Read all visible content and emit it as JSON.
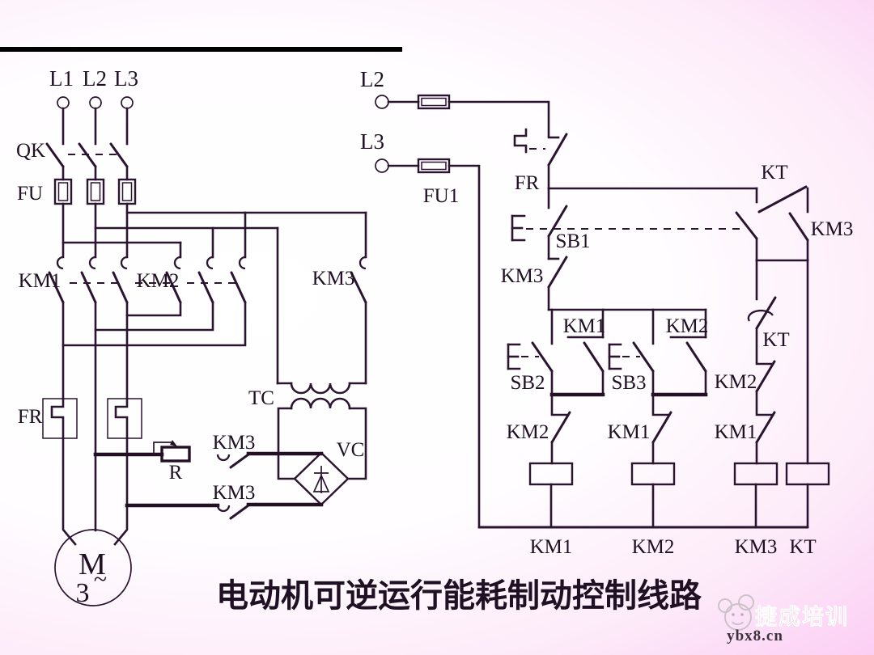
{
  "title": "电动机可逆运行能耗制动控制线路",
  "colors": {
    "background_pink": "#f99af3",
    "paper_white": "#ffffff",
    "line": "#2b1430",
    "title_blue": "#1c3aa0",
    "top_bar_black": "#000000"
  },
  "power": {
    "phases": [
      "L1",
      "L2",
      "L3"
    ],
    "breaker": "QK",
    "fuse": "FU",
    "contactor_forward": "KM1",
    "contactor_reverse": "KM2",
    "contactor_brake": "KM3",
    "overload_relay": "FR",
    "transformer": "TC",
    "rectifier": "VC",
    "resistor": "R",
    "brake_contact_top": "KM3",
    "brake_contact_bottom": "KM3",
    "motor_symbol": "M",
    "motor_phases": "3",
    "motor_ac": "~"
  },
  "control": {
    "line2": "L2",
    "line3": "L3",
    "fuse": "FU1",
    "overload_contact": "FR",
    "stop_button": "SB1",
    "brake_interlock": "KM3",
    "timer_contact_top": "KT",
    "brake_holding_contact": "KM3",
    "forward": {
      "start_button": "SB2",
      "holding_contact": "KM1",
      "interlock": "KM2",
      "coil": "KM1"
    },
    "reverse": {
      "start_button": "SB3",
      "holding_contact": "KM2",
      "interlock": "KM1",
      "coil": "KM2"
    },
    "brake": {
      "delay_contact": "KT",
      "interlock_reverse": "KM2",
      "interlock_forward": "KM1",
      "coil": "KM3"
    },
    "timer_coil": "KT"
  },
  "watermark": {
    "brand": "捷成培训",
    "site": "ybx8.cn"
  }
}
